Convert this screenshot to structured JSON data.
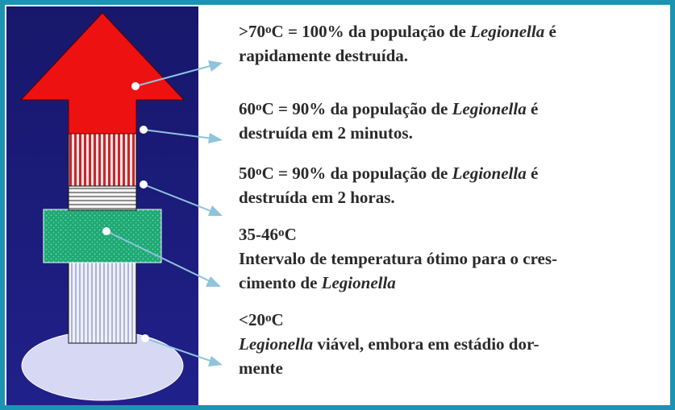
{
  "labels": [
    {
      "lead": ">70",
      "unit": "C",
      "mid": " = 100% da população de ",
      "italic": "Legionella",
      "tail": " é",
      "line2": "rapidamente destruída."
    },
    {
      "lead": "60",
      "unit": "C",
      "mid": " = 90% da população de ",
      "italic": "Legionella",
      "tail": " é",
      "line2": "destruída em 2 minutos."
    },
    {
      "lead": "50",
      "unit": "C",
      "mid": " = 90% da população de ",
      "italic": "Legionella",
      "tail": " é",
      "line2": "destruída em 2 horas."
    },
    {
      "lead": "35-46",
      "unit": "C",
      "line2": "Intervalo de temperatura ótimo para o cres-",
      "line3_pre": "cimento de ",
      "italic": "Legionella"
    },
    {
      "lead": "<20",
      "unit": "C",
      "italic": "Legionella",
      "line2_rest": " viável, embora em estádio dor-",
      "line3": "mente"
    }
  ],
  "degree_sign": "o",
  "colors": {
    "frame": "#1d93b3",
    "panel": "#1a1a78",
    "arrow": "#ee1111",
    "connector": "#8fc4dc",
    "text": "#2a2a2a"
  }
}
